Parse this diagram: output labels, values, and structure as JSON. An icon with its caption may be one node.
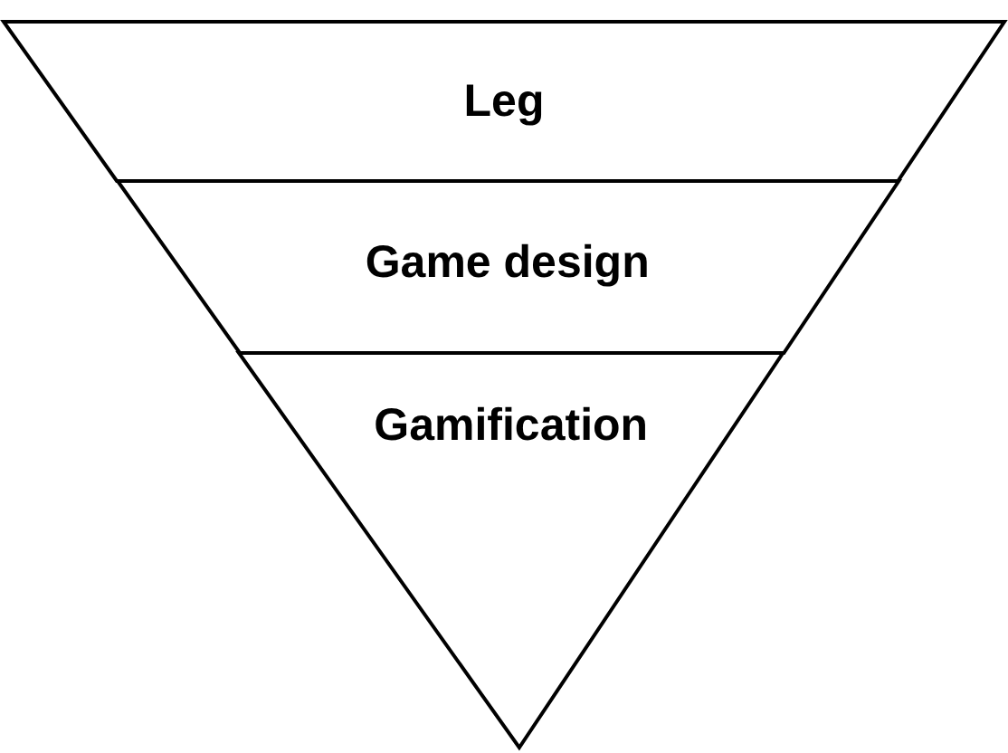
{
  "diagram": {
    "nodes": [
      {
        "text": [
          "Leg"
        ]
      },
      {
        "text": [
          "Game design"
        ]
      },
      {
        "text": [
          "Gamification"
        ]
      }
    ]
  }
}
